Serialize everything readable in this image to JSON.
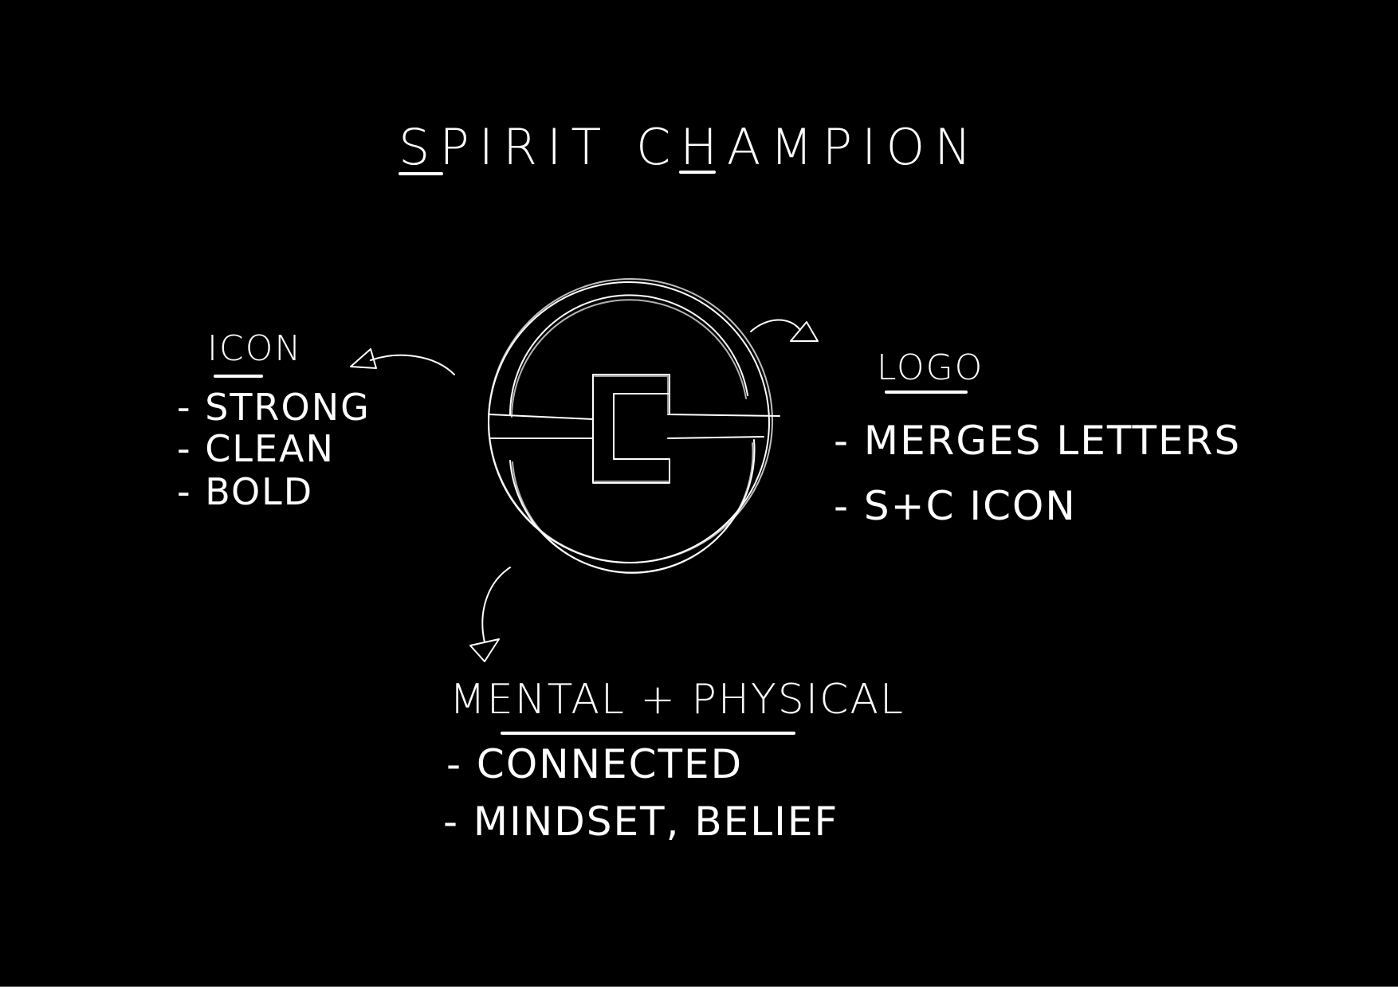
{
  "title": "SPIRIT CHAMPION",
  "icon_note": {
    "heading": "ICON",
    "items": [
      "- STRONG",
      "- CLEAN",
      "- BOLD"
    ]
  },
  "logo_note": {
    "heading": "LOGO",
    "items": [
      "- MERGES LETTERS",
      "- S+C ICON"
    ]
  },
  "mental_note": {
    "heading": "MENTAL + PHYSICAL",
    "items": [
      "- CONNECTED",
      "- MINDSET, BELIEF"
    ]
  },
  "colors": {
    "background": "#000000",
    "ink": "#ffffff",
    "border": "#ffffff"
  },
  "icons": [
    "sc-logo-sketch",
    "arrow-left-icon",
    "arrow-right-icon",
    "arrow-down-icon"
  ]
}
